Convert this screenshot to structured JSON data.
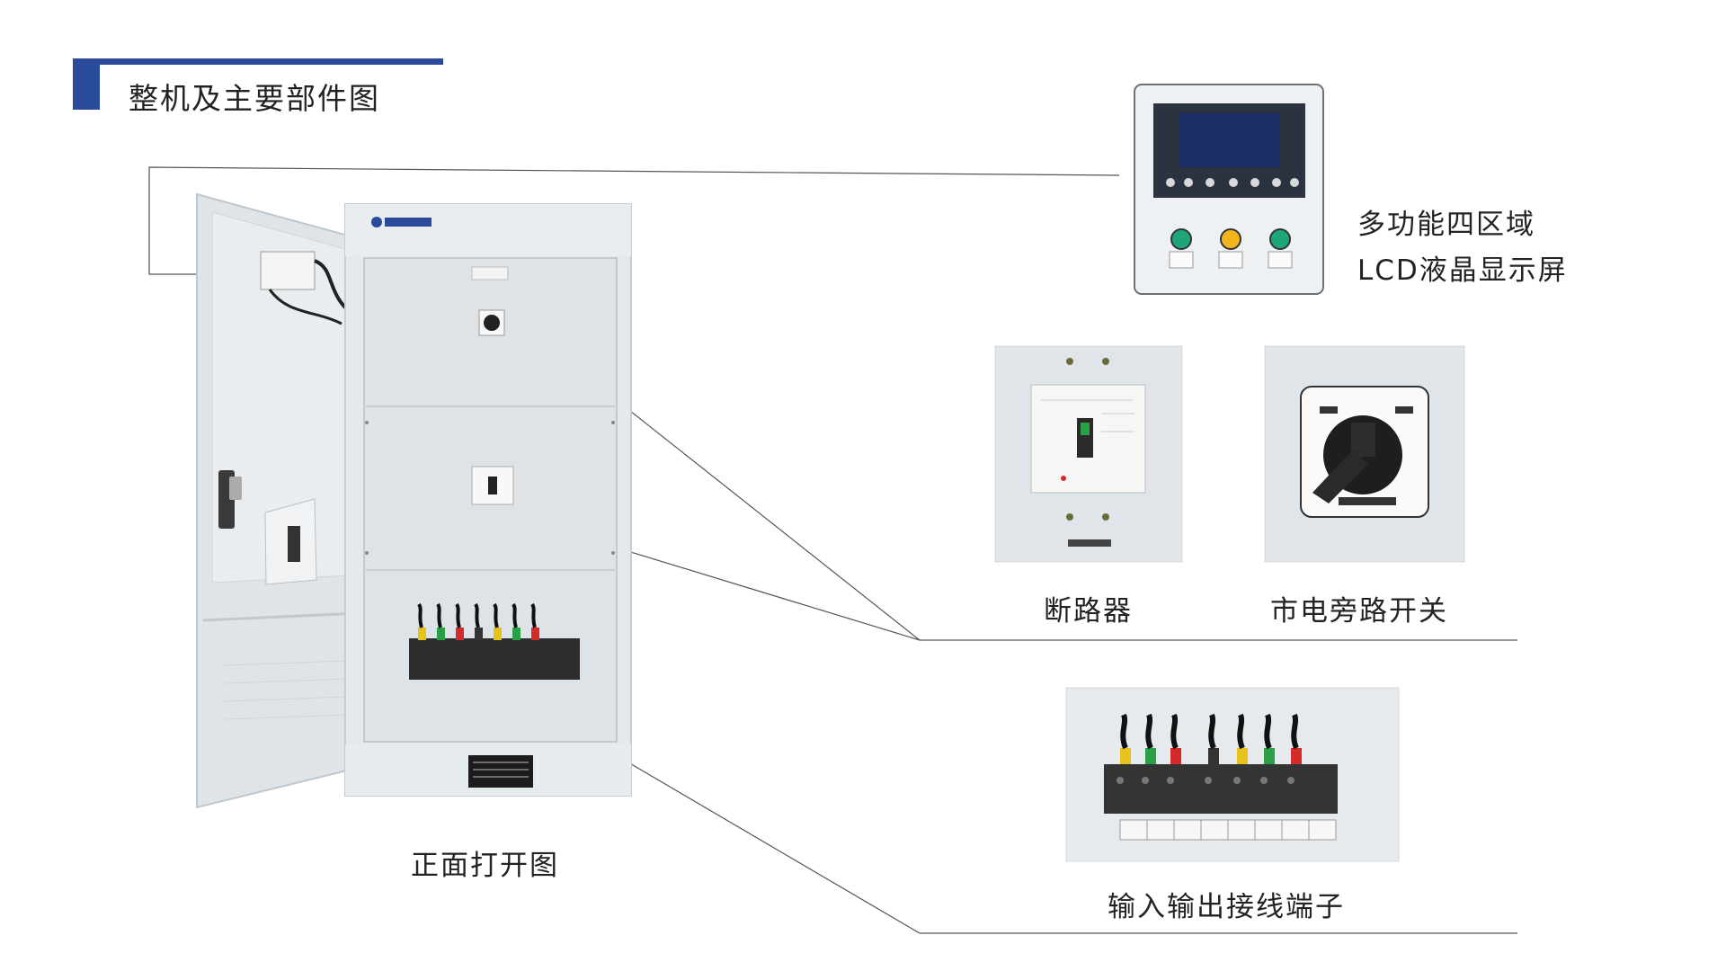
{
  "header": {
    "title": "整机及主要部件图"
  },
  "captions": {
    "lcd_line1": "多功能四区域",
    "lcd_line2": "LCD液晶显示屏",
    "breaker": "断路器",
    "bypass": "市电旁路开关",
    "front_open": "正面打开图",
    "terminals": "输入输出接线端子"
  },
  "colors": {
    "accent": "#2a4a9a",
    "cabinet": "#e3e8ec",
    "lcd": "#1b2f66"
  }
}
